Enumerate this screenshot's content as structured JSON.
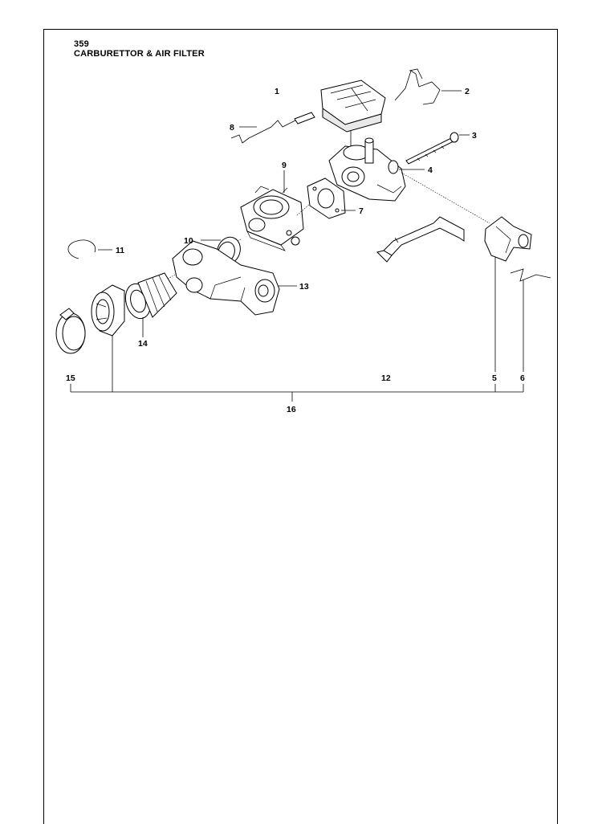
{
  "header": {
    "model": "359",
    "title": "CARBURETTOR & AIR FILTER"
  },
  "callouts": [
    "1",
    "2",
    "3",
    "4",
    "5",
    "6",
    "7",
    "8",
    "9",
    "10",
    "11",
    "12",
    "13",
    "14",
    "15",
    "16"
  ]
}
